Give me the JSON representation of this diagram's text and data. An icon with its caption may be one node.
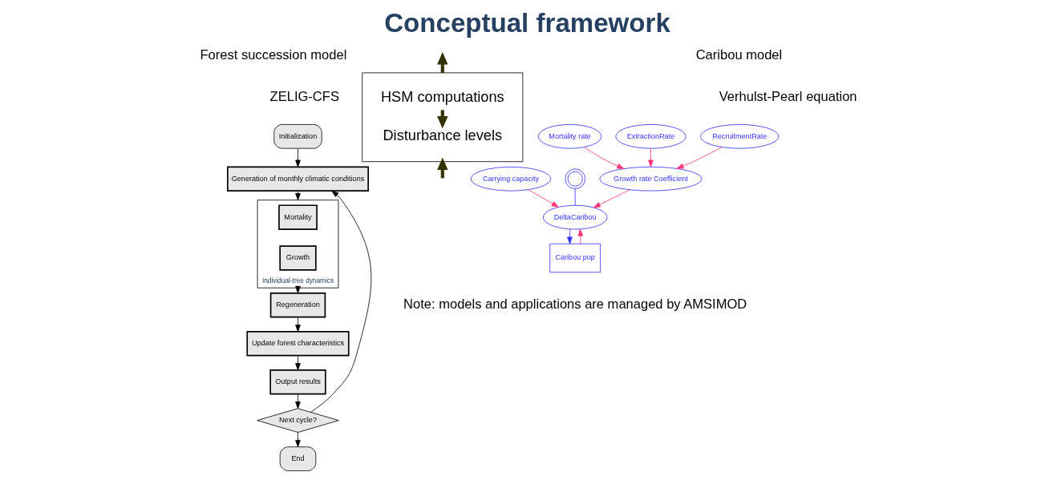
{
  "diagram": {
    "title": "Conceptual framework",
    "nodes": [
      {
        "text": [
          "Initialization"
        ]
      },
      {
        "text": [
          "Generation of monthly climatic conditions"
        ]
      },
      {
        "text": [
          "Individual-tree dynamics"
        ]
      },
      {
        "text": [
          "Mortality"
        ],
        "in": 2
      },
      {
        "text": [
          "Growth"
        ],
        "in": 2
      },
      {
        "text": [
          "Regeneration"
        ]
      },
      {
        "text": [
          "Update forest characteristics"
        ]
      },
      {
        "text": [
          "Output results"
        ]
      },
      {
        "text": [
          "Next cycle?"
        ]
      },
      {
        "text": [
          "End"
        ]
      },
      {
        "text": [],
        "shape": "box"
      },
      {
        "text": [
          "HSM computations"
        ],
        "in": 10
      },
      {
        "text": [
          "Disturbance levels"
        ],
        "in": 10
      },
      {
        "text": [
          "RecruitmentRate"
        ]
      },
      {
        "text": [
          "Mortality rate"
        ]
      },
      {
        "text": [
          "ExtractionRate"
        ]
      },
      {
        "text": [
          "Growth rate Coefficient"
        ]
      },
      {
        "text": [
          "Carrying capacity"
        ]
      },
      {
        "text": [],
        "shape": "cloud"
      },
      {
        "text": [
          "DeltaCaribou"
        ]
      },
      {
        "text": [
          "Caribou pop"
        ]
      }
    ],
    "edges": [
      {
        "from": 0,
        "to": 1,
        "arrow": "to"
      },
      {
        "from": 1,
        "to": 2,
        "arrow": "to"
      },
      {
        "from": 2,
        "to": 5,
        "arrow": "to"
      },
      {
        "from": 5,
        "to": 6,
        "arrow": "to"
      },
      {
        "from": 6,
        "to": 7,
        "arrow": "to"
      },
      {
        "from": 7,
        "to": 8,
        "arrow": "to"
      },
      {
        "from": 8,
        "to": 9,
        "arrow": "to"
      },
      {
        "from": 8,
        "to": 1,
        "arrow": "to"
      },
      {
        "from": null,
        "to": 10,
        "arrow": "to",
        "style": "thick"
      },
      {
        "from": 11,
        "to": 12,
        "arrow": "to",
        "style": "thick"
      },
      {
        "from": 10,
        "to": null,
        "arrow": "to",
        "style": "thick"
      },
      {
        "from": 13,
        "to": 16,
        "arrow": "to",
        "color": "#ff3377"
      },
      {
        "from": 14,
        "to": 16,
        "arrow": "to",
        "color": "#ff3377"
      },
      {
        "from": 15,
        "to": 16,
        "arrow": "to",
        "color": "#ff3377"
      },
      {
        "from": 16,
        "to": 19,
        "arrow": "to",
        "color": "#ff3377"
      },
      {
        "from": 17,
        "to": 19,
        "arrow": "to",
        "color": "#ff3377"
      },
      {
        "from": 20,
        "to": 19,
        "arrow": "to",
        "color": "#ff3377"
      },
      {
        "from": 18,
        "to": 19,
        "arrow": "none",
        "color": "#3333ff"
      },
      {
        "from": 19,
        "to": 20,
        "arrow": "to",
        "color": "#3333ff"
      }
    ],
    "labels": [
      "Forest succession model",
      "ZELIG-CFS",
      "Caribou model",
      "Verhulst-Pearl equation",
      "Note: models and applications are managed by AMSIMOD"
    ]
  }
}
